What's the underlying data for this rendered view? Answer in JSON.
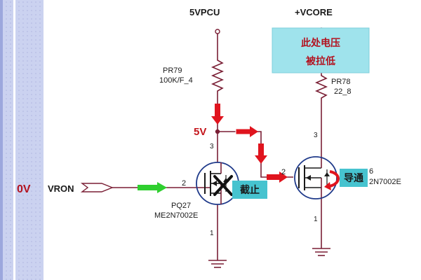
{
  "rails": {
    "supply_left": "5VPCU",
    "supply_right": "+VCORE"
  },
  "note_box": {
    "line1": "此处电压",
    "line2": "被拉低",
    "bg_color": "#9fe3ec"
  },
  "input": {
    "voltage": "0V",
    "signal": "VRON"
  },
  "node_voltage": "5V",
  "resistor_left": {
    "ref": "PR79",
    "value": "100K/F_4"
  },
  "resistor_right": {
    "ref": "PR78",
    "value": "22_8"
  },
  "mosfet_left": {
    "ref": "PQ27",
    "part": "ME2N7002E",
    "pin_gate": "2",
    "pin_drain": "3",
    "pin_source": "1",
    "state": "截止"
  },
  "mosfet_right": {
    "part": "2N7002E",
    "pin_gate": "2",
    "pin_drain": "3",
    "pin_source": "1",
    "pin_extra": "6",
    "state": "导通"
  },
  "colors": {
    "wire": "#7a1f35",
    "arrow_red": "#e0141e",
    "arrow_green": "#2fcf2f",
    "label_box": "#46c3cf",
    "side_bar": "#cbd2f0",
    "node_text": "#c4161c",
    "cross": "#111111"
  }
}
